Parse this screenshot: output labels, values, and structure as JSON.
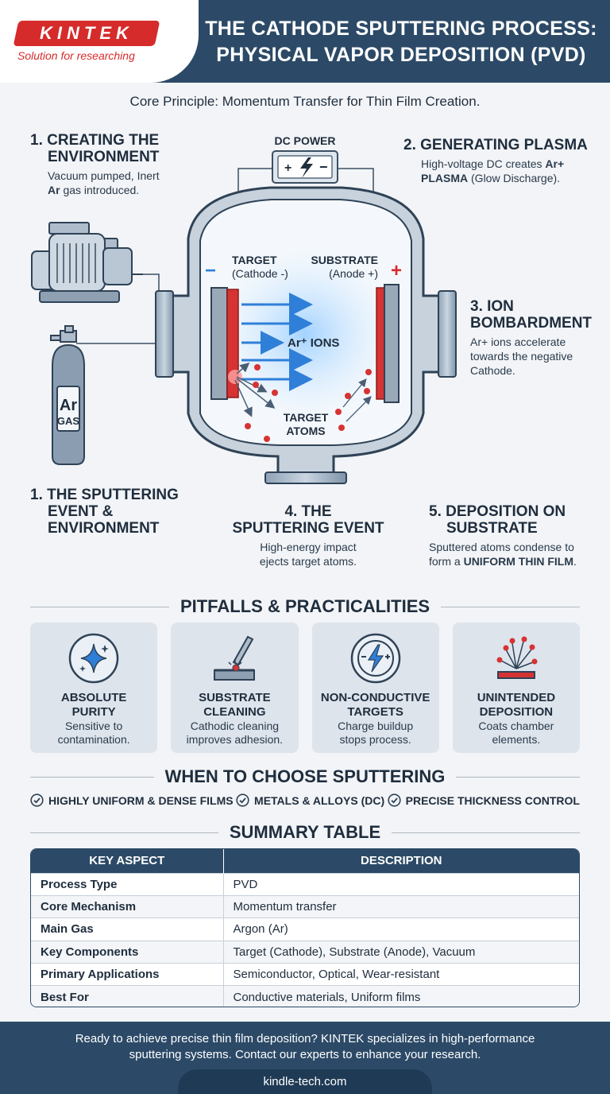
{
  "header": {
    "logo": "KINTEK",
    "tagline": "Solution for researching",
    "title_line1": "THE CATHODE SPUTTERING PROCESS:",
    "title_line2": "PHYSICAL VAPOR DEPOSITION (PVD)"
  },
  "core_principle": "Core Principle: Momentum Transfer for Thin Film Creation.",
  "diagram": {
    "dc_power": "DC POWER",
    "target_label": "TARGET",
    "target_sub": "(Cathode -)",
    "substrate_label": "SUBSTRATE",
    "substrate_sub": "(Anode +)",
    "minus": "−",
    "plus": "+",
    "ions": "Ar⁺ IONS",
    "target_atoms_1": "TARGET",
    "target_atoms_2": "ATOMS",
    "gas_1": "Ar",
    "gas_2": "GAS"
  },
  "steps": {
    "s1": {
      "title_1": "1. CREATING THE",
      "title_2": "ENVIRONMENT",
      "desc_1": "Vacuum pumped, Inert",
      "desc_2b": "Ar",
      "desc_2": " gas introduced."
    },
    "s2": {
      "title": "2. GENERATING PLASMA",
      "desc_1a": "High-voltage DC creates ",
      "desc_1b": "Ar+",
      "desc_2b": "PLASMA",
      "desc_2": " (Glow Discharge)."
    },
    "s3": {
      "title_1": "3. ION",
      "title_2": "BOMBARDMENT",
      "desc_1": "Ar+ ions accelerate",
      "desc_2": "towards the negative",
      "desc_3": "Cathode."
    },
    "s1b": {
      "title_1": "1. THE SPUTTERING",
      "title_2": "EVENT &",
      "title_3": "ENVIRONMENT"
    },
    "s4": {
      "title_1": "4. THE",
      "title_2": "SPUTTERING EVENT",
      "desc_1": "High-energy impact",
      "desc_2": "ejects target atoms."
    },
    "s5": {
      "title_1": "5. DEPOSITION ON",
      "title_2": "SUBSTRATE",
      "desc_1": "Sputtered atoms condense to",
      "desc_2a": "form a ",
      "desc_2b": "UNIFORM THIN FILM",
      "desc_2c": "."
    }
  },
  "pitfalls": {
    "heading": "PITFALLS & PRACTICALITIES",
    "cards": [
      {
        "icon": "sparkle-icon",
        "title_1": "ABSOLUTE",
        "title_2": "PURITY",
        "desc_1": "Sensitive to",
        "desc_2": "contamination."
      },
      {
        "icon": "cleaning-tool-icon",
        "title_1": "SUBSTRATE",
        "title_2": "CLEANING",
        "desc_1": "Cathodic cleaning",
        "desc_2": "improves adhesion."
      },
      {
        "icon": "no-power-icon",
        "title_1": "NON-CONDUCTIVE",
        "title_2": "TARGETS",
        "desc_1": "Charge buildup",
        "desc_2": "stops process."
      },
      {
        "icon": "scatter-icon",
        "title_1": "UNINTENDED",
        "title_2": "DEPOSITION",
        "desc_1": "Coats chamber",
        "desc_2": "elements."
      }
    ]
  },
  "choose": {
    "heading": "WHEN TO CHOOSE SPUTTERING",
    "items": [
      "HIGHLY UNIFORM & DENSE FILMS",
      "METALS & ALLOYS (DC)",
      "PRECISE THICKNESS CONTROL"
    ]
  },
  "summary": {
    "heading": "SUMMARY TABLE",
    "col1": "KEY ASPECT",
    "col2": "DESCRIPTION",
    "rows": [
      [
        "Process Type",
        "PVD"
      ],
      [
        "Core Mechanism",
        "Momentum transfer"
      ],
      [
        "Main Gas",
        "Argon (Ar)"
      ],
      [
        "Key Components",
        "Target (Cathode), Substrate (Anode), Vacuum"
      ],
      [
        "Primary Applications",
        "Semiconductor, Optical, Wear-resistant"
      ],
      [
        "Best For",
        "Conductive materials, Uniform films"
      ]
    ]
  },
  "footer": {
    "line1": "Ready to achieve precise thin film deposition? KINTEK specializes in high-performance",
    "line2": "sputtering systems. Contact our experts to enhance your research.",
    "url": "kindle-tech.com"
  },
  "colors": {
    "navy": "#2c4a67",
    "red": "#d62b2b",
    "blue": "#2f7fd8",
    "card": "#dde4ec"
  }
}
